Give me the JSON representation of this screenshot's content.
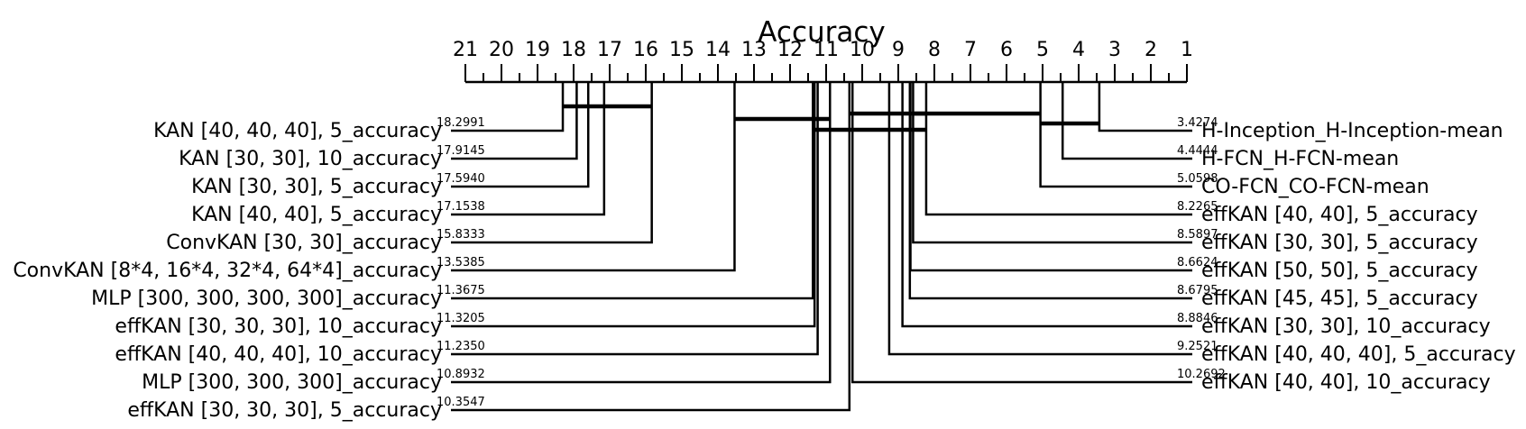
{
  "chart_data": {
    "type": "critical-difference-diagram",
    "title": "Accuracy",
    "axis": {
      "min": 1,
      "max": 21,
      "reversed": true,
      "tick_labels": [
        "21",
        "20",
        "19",
        "18",
        "17",
        "16",
        "15",
        "14",
        "13",
        "12",
        "11",
        "10",
        "9",
        "8",
        "7",
        "6",
        "5",
        "4",
        "3",
        "2",
        "1"
      ]
    },
    "left_methods": [
      {
        "name": "KAN [40, 40, 40], 5_accuracy",
        "rank": 18.2991,
        "rank_label": "18.2991"
      },
      {
        "name": "KAN [30, 30], 10_accuracy",
        "rank": 17.9145,
        "rank_label": "17.9145"
      },
      {
        "name": "KAN [30, 30], 5_accuracy",
        "rank": 17.594,
        "rank_label": "17.5940"
      },
      {
        "name": "KAN [40, 40], 5_accuracy",
        "rank": 17.1538,
        "rank_label": "17.1538"
      },
      {
        "name": "ConvKAN [30, 30]_accuracy",
        "rank": 15.8333,
        "rank_label": "15.8333"
      },
      {
        "name": "ConvKAN [8*4, 16*4, 32*4, 64*4]_accuracy",
        "rank": 13.5385,
        "rank_label": "13.5385"
      },
      {
        "name": "MLP [300, 300, 300, 300]_accuracy",
        "rank": 11.3675,
        "rank_label": "11.3675"
      },
      {
        "name": "effKAN [30, 30, 30], 10_accuracy",
        "rank": 11.3205,
        "rank_label": "11.3205"
      },
      {
        "name": "effKAN [40, 40, 40], 10_accuracy",
        "rank": 11.235,
        "rank_label": "11.2350"
      },
      {
        "name": "MLP [300, 300, 300]_accuracy",
        "rank": 10.8932,
        "rank_label": "10.8932"
      },
      {
        "name": "effKAN [30, 30, 30], 5_accuracy",
        "rank": 10.3547,
        "rank_label": "10.3547"
      }
    ],
    "right_methods": [
      {
        "name": "H-Inception_H-Inception-mean",
        "rank": 3.4274,
        "rank_label": "3.4274"
      },
      {
        "name": "H-FCN_H-FCN-mean",
        "rank": 4.4444,
        "rank_label": "4.4444"
      },
      {
        "name": "CO-FCN_CO-FCN-mean",
        "rank": 5.0598,
        "rank_label": "5.0598"
      },
      {
        "name": "effKAN [40, 40], 5_accuracy",
        "rank": 8.2265,
        "rank_label": "8.2265"
      },
      {
        "name": "effKAN [30, 30], 5_accuracy",
        "rank": 8.5897,
        "rank_label": "8.5897"
      },
      {
        "name": "effKAN [50, 50], 5_accuracy",
        "rank": 8.6624,
        "rank_label": "8.6624"
      },
      {
        "name": "effKAN [45, 45], 5_accuracy",
        "rank": 8.6795,
        "rank_label": "8.6795"
      },
      {
        "name": "effKAN [30, 30], 10_accuracy",
        "rank": 8.8846,
        "rank_label": "8.8846"
      },
      {
        "name": "effKAN [40, 40, 40], 5_accuracy",
        "rank": 9.2521,
        "rank_label": "9.2521"
      },
      {
        "name": "effKAN [40, 40], 10_accuracy",
        "rank": 10.2692,
        "rank_label": "10.2692"
      }
    ],
    "cliques": [
      {
        "from": 15.8333,
        "to": 18.2991
      },
      {
        "from": 10.8932,
        "to": 13.5385
      },
      {
        "from": 8.2265,
        "to": 11.3675
      },
      {
        "from": 8.2265,
        "to": 10.3547
      },
      {
        "from": 3.4274,
        "to": 5.0598
      },
      {
        "from": 5.0598,
        "to": 8.5897
      }
    ]
  }
}
